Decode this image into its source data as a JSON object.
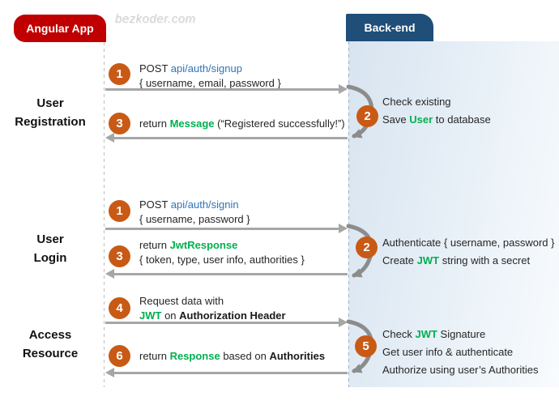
{
  "watermark": "bezkoder.com",
  "actors": {
    "left": "Angular App",
    "right": "Back-end"
  },
  "colors": {
    "angular_box": "#C00000",
    "backend_box": "#1F4E79",
    "step_circle": "#C85A15",
    "link_blue": "#2E75B6",
    "highlight_green": "#00B050",
    "arrow_gray": "#A6A6A6",
    "panel_blue": "#D8E4F0"
  },
  "sections": [
    {
      "label": [
        "User",
        "Registration"
      ],
      "messages": [
        {
          "num": "1",
          "direction": "request",
          "lines": [
            [
              {
                "t": "POST ",
                "s": "plain"
              },
              {
                "t": "api/auth/signup",
                "s": "link"
              }
            ],
            [
              {
                "t": "{ username, email, password }",
                "s": "plain"
              }
            ]
          ]
        },
        {
          "num": "3",
          "direction": "response",
          "lines": [
            [
              {
                "t": "return ",
                "s": "plain"
              },
              {
                "t": "Message",
                "s": "green"
              },
              {
                "t": " (“Registered successfully!”)",
                "s": "plain"
              }
            ]
          ]
        }
      ],
      "backend_step": {
        "num": "2",
        "lines": [
          [
            {
              "t": "Check existing",
              "s": "plain"
            }
          ],
          [
            {
              "t": "Save ",
              "s": "plain"
            },
            {
              "t": "User",
              "s": "green"
            },
            {
              "t": " to database",
              "s": "plain"
            }
          ]
        ]
      }
    },
    {
      "label": [
        "User",
        "Login"
      ],
      "messages": [
        {
          "num": "1",
          "direction": "request",
          "lines": [
            [
              {
                "t": "POST ",
                "s": "plain"
              },
              {
                "t": "api/auth/signin",
                "s": "link"
              }
            ],
            [
              {
                "t": "{ username, password }",
                "s": "plain"
              }
            ]
          ]
        },
        {
          "num": "3",
          "direction": "response",
          "lines": [
            [
              {
                "t": "return ",
                "s": "plain"
              },
              {
                "t": "JwtResponse",
                "s": "green"
              }
            ],
            [
              {
                "t": "{ token, type, user info, authorities }",
                "s": "plain"
              }
            ]
          ]
        }
      ],
      "backend_step": {
        "num": "2",
        "lines": [
          [
            {
              "t": "Authenticate { username, password }",
              "s": "plain"
            }
          ],
          [
            {
              "t": "Create ",
              "s": "plain"
            },
            {
              "t": "JWT",
              "s": "green"
            },
            {
              "t": " string with a secret",
              "s": "plain"
            }
          ]
        ]
      }
    },
    {
      "label": [
        "Access",
        "Resource"
      ],
      "messages": [
        {
          "num": "4",
          "direction": "request",
          "lines": [
            [
              {
                "t": "Request data with",
                "s": "plain"
              }
            ],
            [
              {
                "t": "JWT",
                "s": "green"
              },
              {
                "t": " on ",
                "s": "plain"
              },
              {
                "t": "Authorization Header",
                "s": "bold"
              }
            ]
          ]
        },
        {
          "num": "6",
          "direction": "response",
          "lines": [
            [
              {
                "t": "return ",
                "s": "plain"
              },
              {
                "t": "Response",
                "s": "green"
              },
              {
                "t": " based on ",
                "s": "plain"
              },
              {
                "t": "Authorities",
                "s": "bold"
              }
            ]
          ]
        }
      ],
      "backend_step": {
        "num": "5",
        "lines": [
          [
            {
              "t": "Check ",
              "s": "plain"
            },
            {
              "t": "JWT",
              "s": "green"
            },
            {
              "t": " Signature",
              "s": "plain"
            }
          ],
          [
            {
              "t": "Get user info & authenticate",
              "s": "plain"
            }
          ],
          [
            {
              "t": "Authorize using user’s Authorities",
              "s": "plain"
            }
          ]
        ]
      }
    }
  ]
}
